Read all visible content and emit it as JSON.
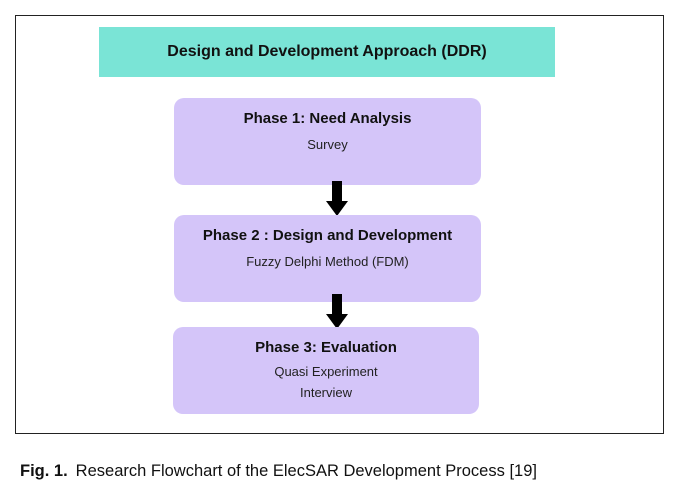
{
  "header": "Design and Development Approach (DDR)",
  "phases": [
    {
      "title": "Phase 1: Need Analysis",
      "items": [
        "Survey"
      ]
    },
    {
      "title": "Phase 2 : Design and Development",
      "items": [
        "Fuzzy Delphi Method (FDM)"
      ]
    },
    {
      "title": "Phase 3: Evaluation",
      "items": [
        "Quasi Experiment",
        "Interview"
      ]
    }
  ],
  "caption": {
    "label": "Fig. 1.",
    "text": "Research Flowchart of the ElecSAR Development Process [19]"
  },
  "colors": {
    "header": "#7ae4d6",
    "phase": "#d4c5f9",
    "arrow": "#000000"
  }
}
